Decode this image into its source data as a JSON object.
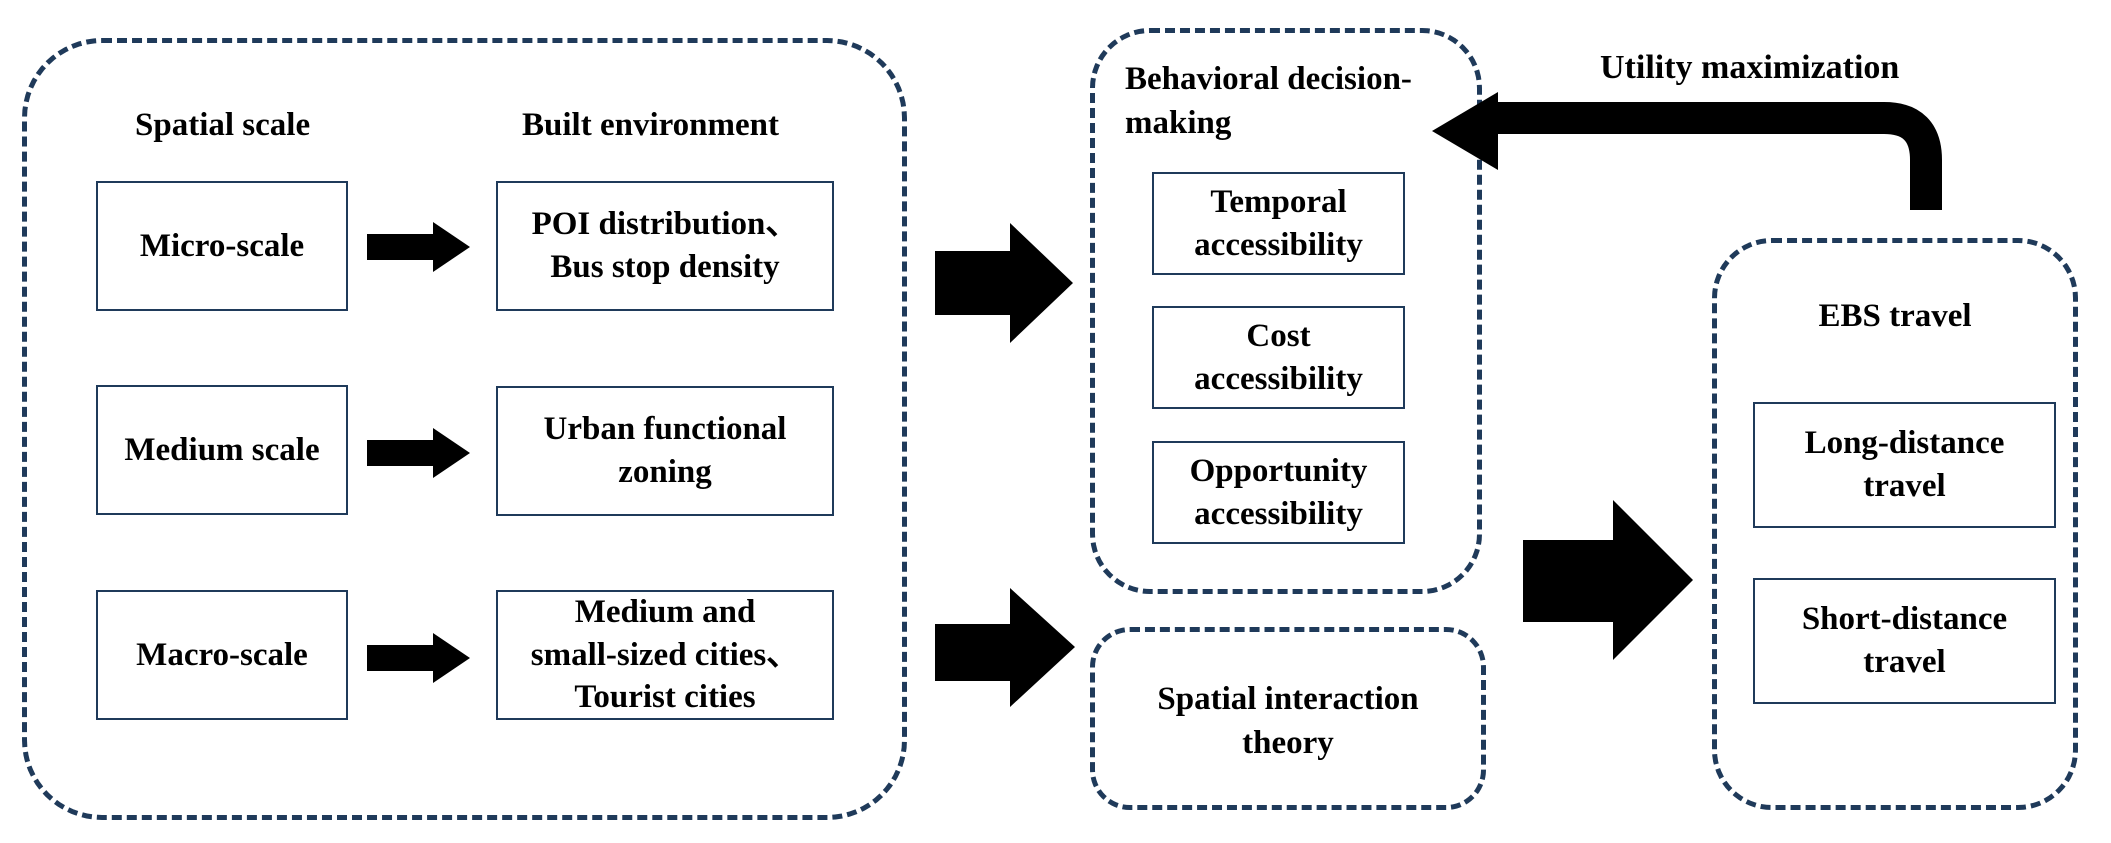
{
  "left_group": {
    "col_spatial": "Spatial scale",
    "col_built": "Built environment",
    "scales": [
      "Micro-scale",
      "Medium scale",
      "Macro-scale"
    ],
    "env": [
      [
        "POI distribution、",
        "Bus stop density"
      ],
      [
        "Urban functional",
        "zoning"
      ],
      [
        "Medium and",
        "small-sized cities、",
        "Tourist cities"
      ]
    ]
  },
  "behavior": {
    "title": [
      "Behavioral decision-",
      "making"
    ],
    "items": [
      [
        "Temporal",
        "accessibility"
      ],
      [
        "Cost",
        "accessibility"
      ],
      [
        "Opportunity",
        "accessibility"
      ]
    ]
  },
  "spatial_theory": [
    "Spatial interaction",
    "theory"
  ],
  "ebs": {
    "title": "EBS travel",
    "items": [
      [
        "Long-distance",
        "travel"
      ],
      [
        "Short-distance",
        "travel"
      ]
    ]
  },
  "feedback_label": "Utility maximization"
}
